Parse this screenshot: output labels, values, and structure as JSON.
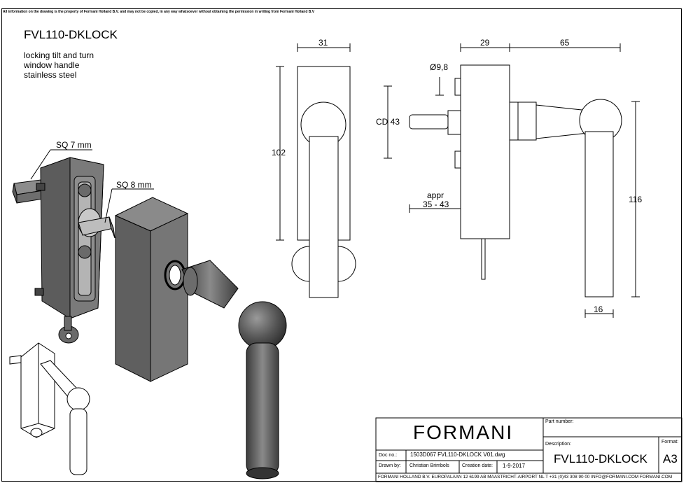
{
  "notice": "All information on the drawing is the property of Formani Holland B.V. and may not be copied, in any way whatsoever without obtaining the permission in writing from Formani Holland B.V",
  "title": "FVL110-DKLOCK",
  "description": [
    "locking tilt and turn",
    "window handle",
    "stainless steel"
  ],
  "callouts": {
    "sq7": "SQ 7 mm",
    "sq8": "SQ 8 mm"
  },
  "dimensions": {
    "front_width": "31",
    "front_height": "102",
    "base_depth": "29",
    "handle_reach": "65",
    "diameter": "Ø9,8",
    "cd": "CD 43",
    "appr": "appr",
    "appr_range": "35 - 43",
    "handle_height": "116",
    "grip_width": "16"
  },
  "title_block": {
    "logo": "FORMANI",
    "part_number_label": "Part number:",
    "description_label": "Description:",
    "format_label": "Format:",
    "doc_no_label": "Doc no.:",
    "doc_no": "1503D067 FVL110-DKLOCK V01.dwg",
    "drawn_by_label": "Drawn by:",
    "drawn_by": "Christian Brimbols",
    "creation_date_label": "Creation date:",
    "creation_date": "1-9-2017",
    "description": "FVL110-DKLOCK",
    "format": "A3",
    "footer": "FORMANI HOLLAND B.V.  EUROPALAAN 12  6199 AB MAASTRICHT-AIRPORT NL  T +31 (0)43 308 90 00 INFO@FORMANI.COM FORMANI.COM"
  }
}
